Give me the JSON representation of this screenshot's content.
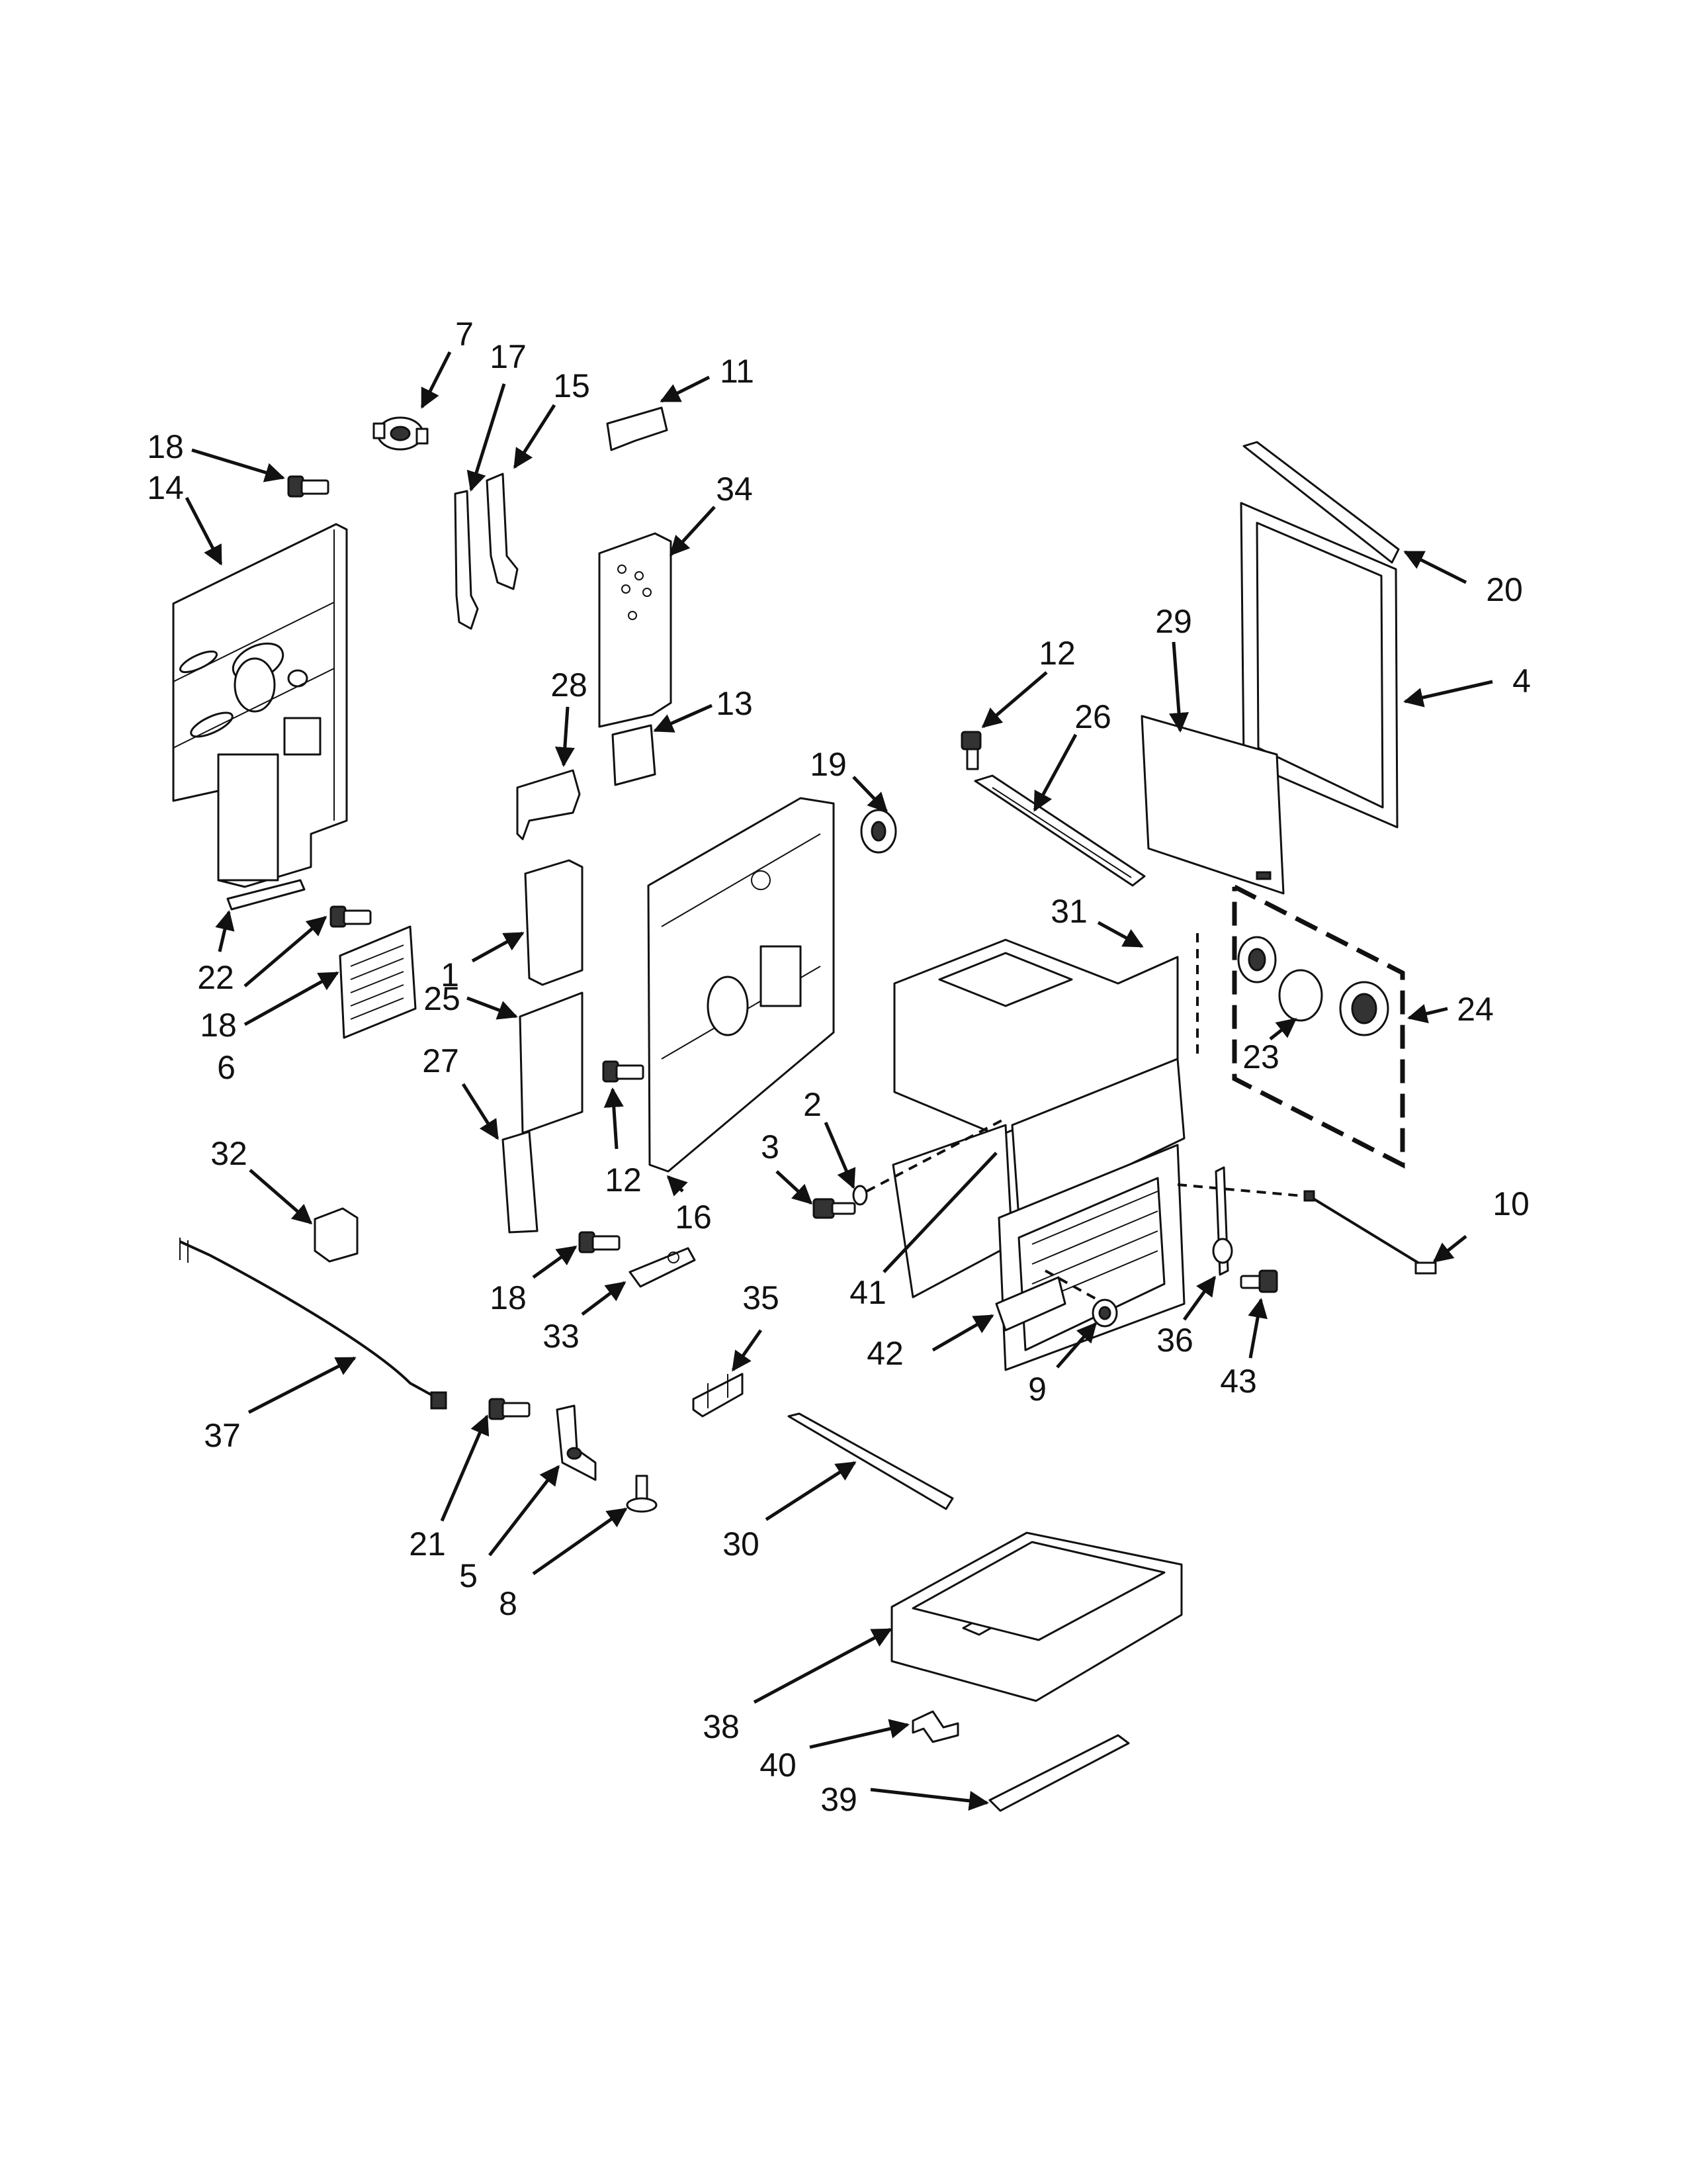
{
  "diagram": {
    "type": "exploded-parts-diagram",
    "colors": {
      "ink": "#111111",
      "background": "#ffffff"
    },
    "callouts": [
      {
        "id": "c7",
        "label": "7"
      },
      {
        "id": "c17",
        "label": "17"
      },
      {
        "id": "c15",
        "label": "15"
      },
      {
        "id": "c11",
        "label": "11"
      },
      {
        "id": "c18a",
        "label": "18"
      },
      {
        "id": "c14",
        "label": "14"
      },
      {
        "id": "c34",
        "label": "34"
      },
      {
        "id": "c20",
        "label": "20"
      },
      {
        "id": "c12a",
        "label": "12"
      },
      {
        "id": "c29",
        "label": "29"
      },
      {
        "id": "c4",
        "label": "4"
      },
      {
        "id": "c28",
        "label": "28"
      },
      {
        "id": "c13",
        "label": "13"
      },
      {
        "id": "c26",
        "label": "26"
      },
      {
        "id": "c19",
        "label": "19"
      },
      {
        "id": "c31",
        "label": "31"
      },
      {
        "id": "c22",
        "label": "22"
      },
      {
        "id": "c18b",
        "label": "18"
      },
      {
        "id": "c6",
        "label": "6"
      },
      {
        "id": "c1",
        "label": "1"
      },
      {
        "id": "c25",
        "label": "25"
      },
      {
        "id": "c24",
        "label": "24"
      },
      {
        "id": "c23",
        "label": "23"
      },
      {
        "id": "c27",
        "label": "27"
      },
      {
        "id": "c2",
        "label": "2"
      },
      {
        "id": "c3",
        "label": "3"
      },
      {
        "id": "c12b",
        "label": "12"
      },
      {
        "id": "c16",
        "label": "16"
      },
      {
        "id": "c32",
        "label": "32"
      },
      {
        "id": "c10",
        "label": "10"
      },
      {
        "id": "c35",
        "label": "35"
      },
      {
        "id": "c18c",
        "label": "18"
      },
      {
        "id": "c33",
        "label": "33"
      },
      {
        "id": "c41",
        "label": "41"
      },
      {
        "id": "c36",
        "label": "36"
      },
      {
        "id": "c42",
        "label": "42"
      },
      {
        "id": "c9",
        "label": "9"
      },
      {
        "id": "c43",
        "label": "43"
      },
      {
        "id": "c37",
        "label": "37"
      },
      {
        "id": "c30",
        "label": "30"
      },
      {
        "id": "c21",
        "label": "21"
      },
      {
        "id": "c5",
        "label": "5"
      },
      {
        "id": "c8",
        "label": "8"
      },
      {
        "id": "c38",
        "label": "38"
      },
      {
        "id": "c40",
        "label": "40"
      },
      {
        "id": "c39",
        "label": "39"
      }
    ]
  }
}
